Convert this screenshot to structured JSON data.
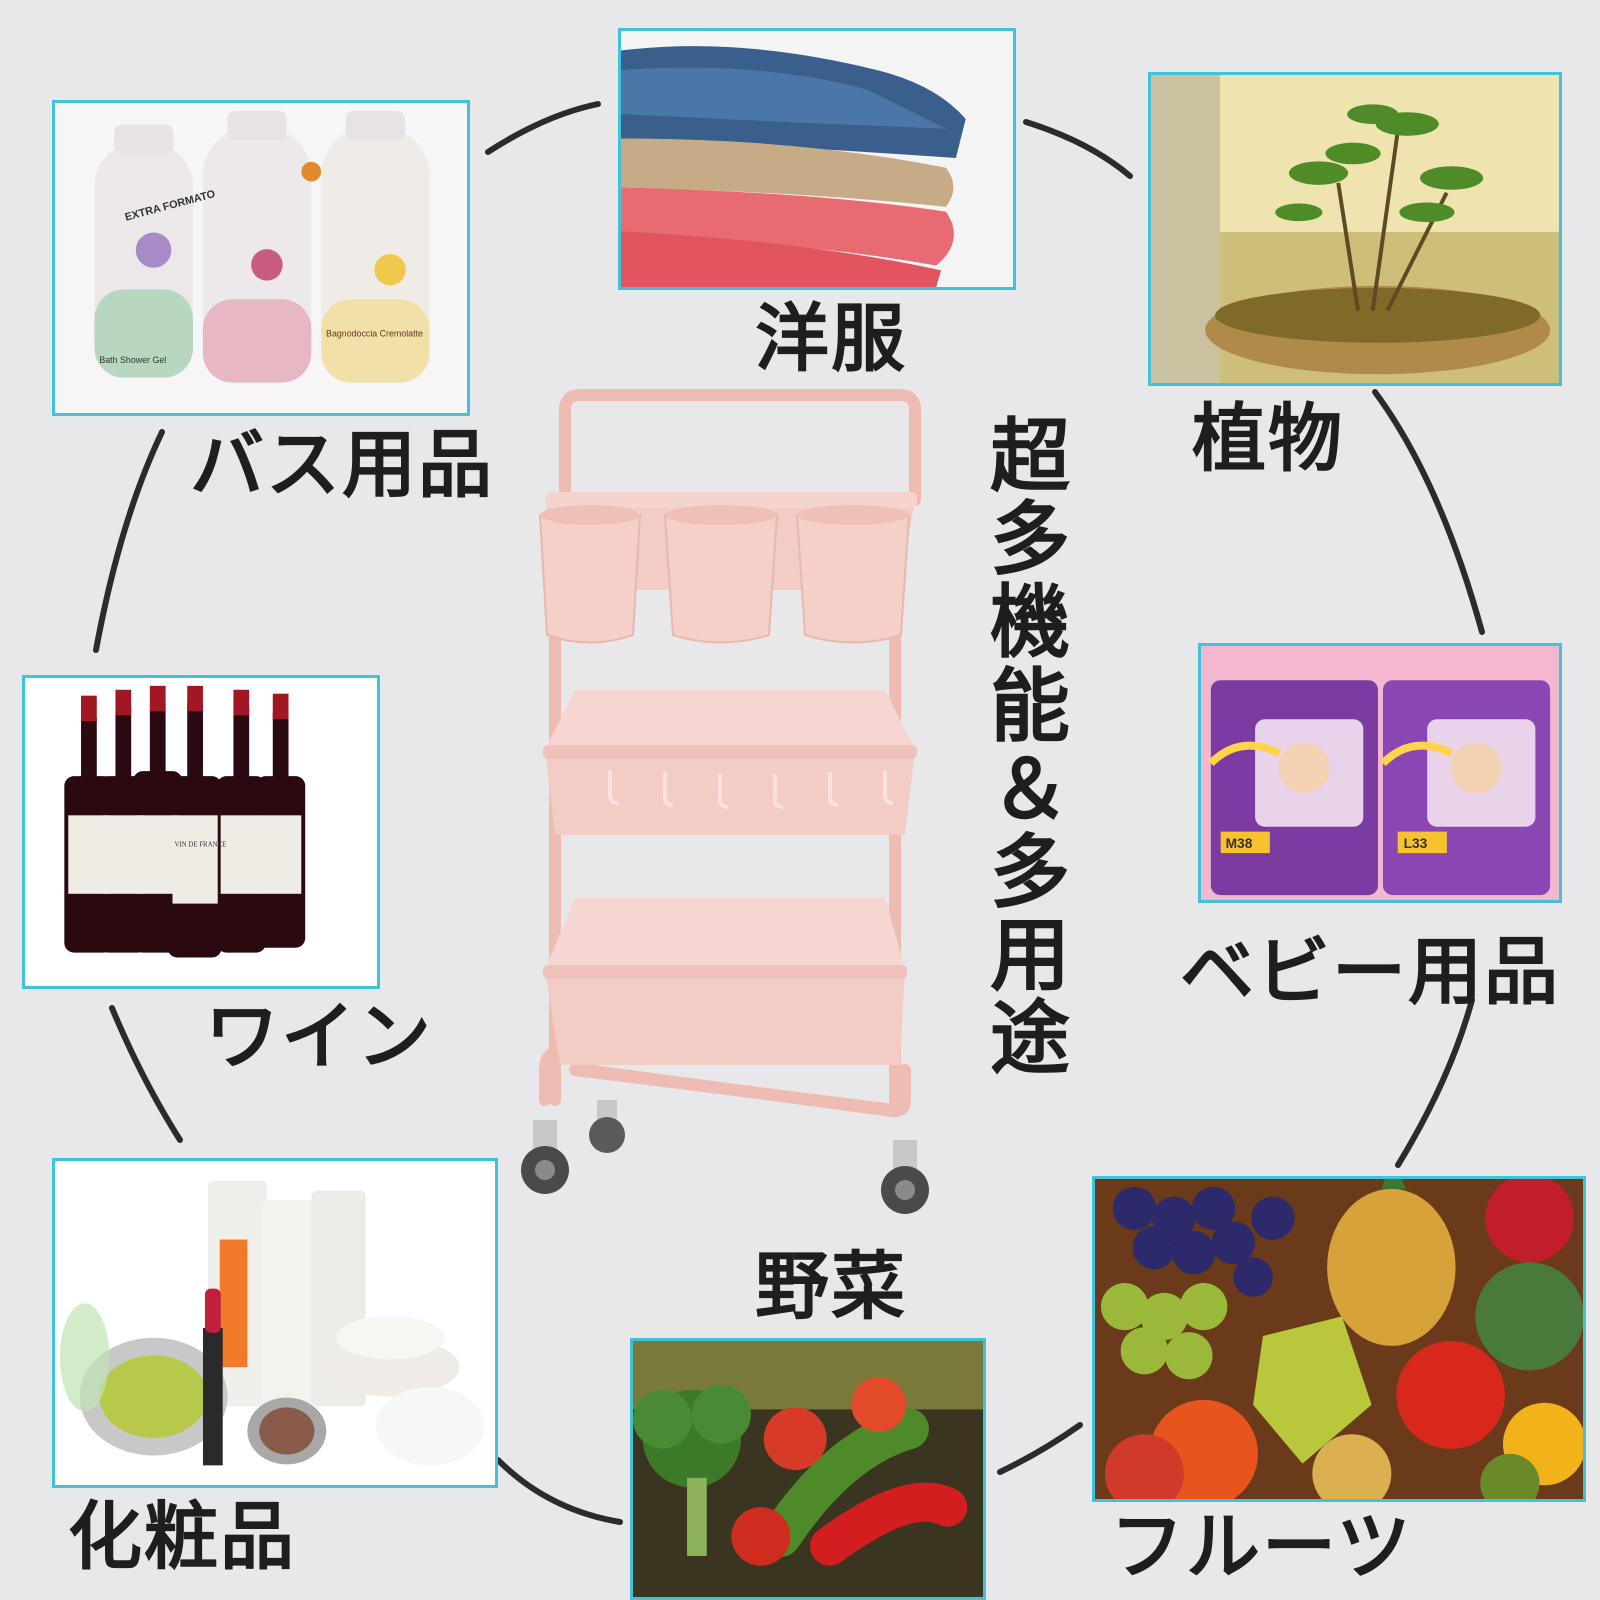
{
  "title": "超多機能＆多用途",
  "labels": {
    "clothes": "洋服",
    "bath": "バス用品",
    "plants": "植物",
    "wine": "ワイン",
    "baby": "ベビー用品",
    "cosmetics": "化粧品",
    "vegetables": "野菜",
    "fruits": "フルーツ"
  },
  "photo_text": {
    "bath_badge": "EXTRA FORMATO",
    "bath_gel": "Bath Shower Gel",
    "bath_name": "Bagnodoccia Cremolatte",
    "wine_label": "VIN DE FRANCE",
    "diaper_m": "M38",
    "diaper_l": "L33"
  },
  "colors": {
    "frame": "#3ec3d8",
    "cart": "#f2c6c0",
    "ring": "#2b2b2b",
    "text": "#1e1e1e",
    "background": "#e8e8ea"
  }
}
